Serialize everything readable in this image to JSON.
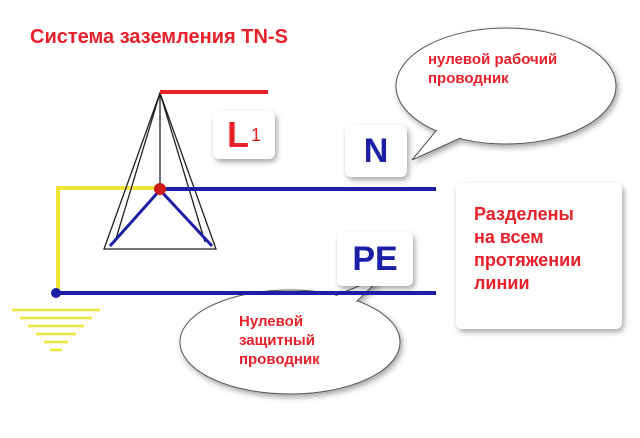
{
  "title": "Система заземления TN-S",
  "labels": {
    "l1_main": "L",
    "l1_sub": "1",
    "n": "N",
    "pe": "PE"
  },
  "notes": {
    "n_line1": "нулевой рабочий",
    "n_line2": "проводник",
    "pe_line1": "Нулевой",
    "pe_line2": "защитный",
    "pe_line3": "проводник",
    "right_line1": "Разделены",
    "right_line2": "на всем",
    "right_line3": "протяжении",
    "right_line4": "линии"
  },
  "colors": {
    "phase": "#e8202a",
    "neutral": "#1b1fa6",
    "ground": "#f0e53a",
    "text_red": "#e8202a"
  }
}
